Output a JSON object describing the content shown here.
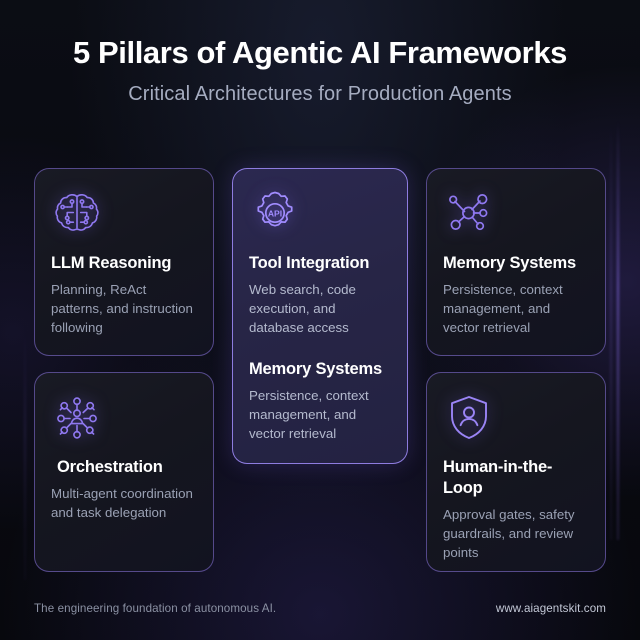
{
  "header": {
    "title": "5 Pillars of Agentic AI Frameworks",
    "subtitle": "Critical Architectures for Production Agents"
  },
  "cards": [
    {
      "id": "llm",
      "icon": "brain-circuit-icon",
      "title": "LLM Reasoning",
      "desc": "Planning, ReAct patterns, and instruction following",
      "featured": false
    },
    {
      "id": "tool",
      "icon": "gear-api-icon",
      "title": "Tool Integration",
      "desc": "Web search, code execution, and database access",
      "title2": "Memory Systems",
      "desc2": "Persistence, context management, and vector retrieval",
      "featured": true
    },
    {
      "id": "memory",
      "icon": "network-nodes-icon",
      "title": "Memory Systems",
      "desc": "Persistence, context management, and vector retrieval",
      "featured": false
    },
    {
      "id": "orchestration",
      "icon": "agent-hub-icon",
      "title": "Orchestration",
      "desc": "Multi-agent coordination and task delegation",
      "featured": false
    },
    {
      "id": "human",
      "icon": "shield-person-icon",
      "title": "Human-in-the-Loop",
      "desc": "Approval gates, safety guardrails, and review points",
      "featured": false
    }
  ],
  "footer": {
    "tagline": "The engineering foundation of autonomous AI.",
    "site": "www.aiagentskit.com"
  },
  "colors": {
    "background": "#07080d",
    "card_fill": "#17181f",
    "card_featured_fill": "#272546",
    "card_border": "#8a75e2",
    "accent": "#8b6cf5",
    "title_text": "#ffffff",
    "body_text": "#9aa1b4",
    "footer_text": "#8b91a3"
  }
}
